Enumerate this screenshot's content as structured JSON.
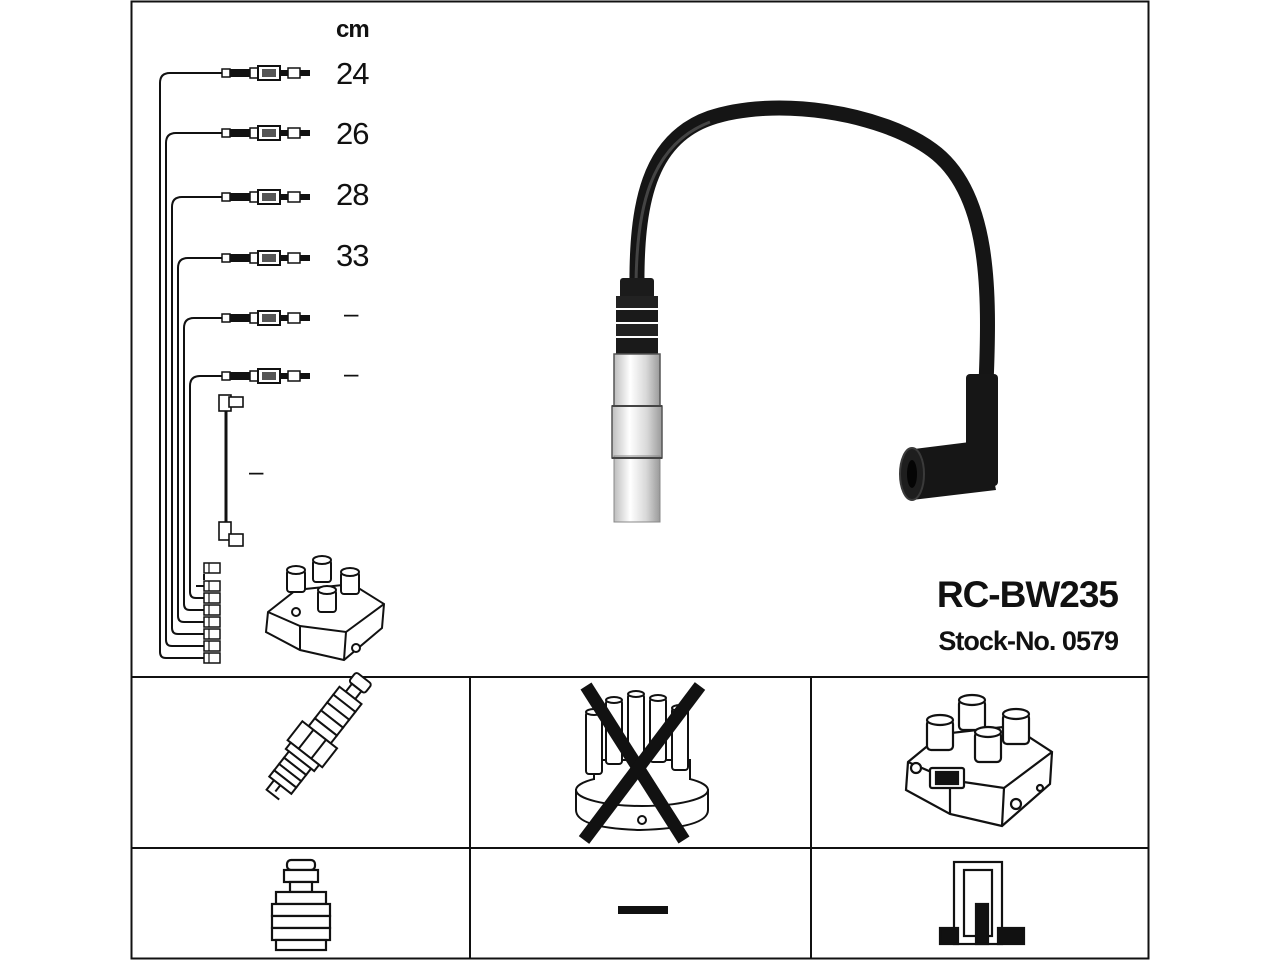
{
  "legend": {
    "unit": "cm",
    "lengths": [
      "24",
      "26",
      "28",
      "33",
      "–",
      "–"
    ],
    "coil_lead_length": "–"
  },
  "product": {
    "model": "RC-BW235",
    "stock_number": "Stock-No. 0579"
  },
  "compatibility": {
    "distributor_cap_excluded": true,
    "distributor_rotor_marker": "–"
  },
  "icons": {
    "lead_legend": "ignition-lead-set-schematic-icon",
    "cable": "ignition-cable-icon",
    "spark_plug": "spark-plug-icon",
    "distributor_cap": "distributor-cap-crossed-out-icon",
    "ignition_coil": "ignition-coil-icon",
    "plug_terminal": "spark-plug-terminal-nut-icon",
    "coil_terminal": "coil-terminal-icon"
  }
}
